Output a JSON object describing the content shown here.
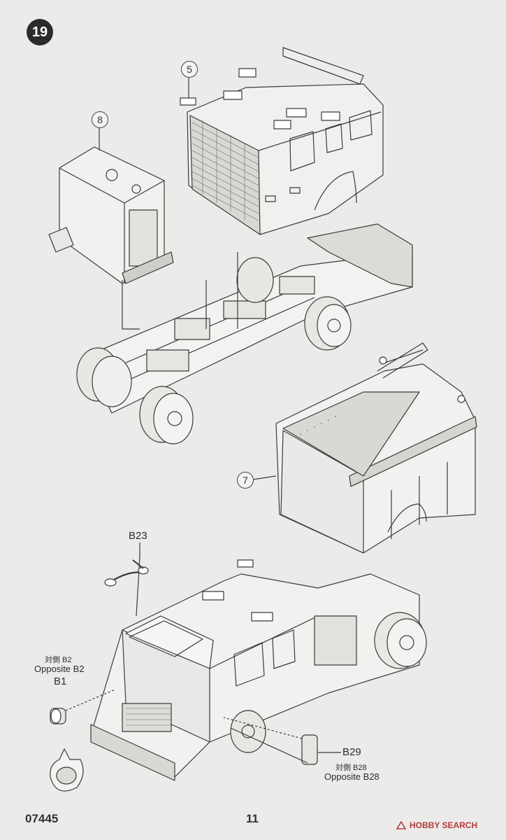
{
  "step": {
    "number": "19"
  },
  "callouts": {
    "c5": "5",
    "c8": "8",
    "c7": "7"
  },
  "parts": {
    "b23": "B23",
    "b2_jp": "対側 B2",
    "b2_opp": "Opposite B2",
    "b1": "B1",
    "b29": "B29",
    "b28_jp": "対側 B28",
    "b28_opp": "Opposite B28"
  },
  "footer": {
    "code": "07445",
    "page": "11"
  },
  "watermark": {
    "text": "HOBBY SEARCH"
  }
}
